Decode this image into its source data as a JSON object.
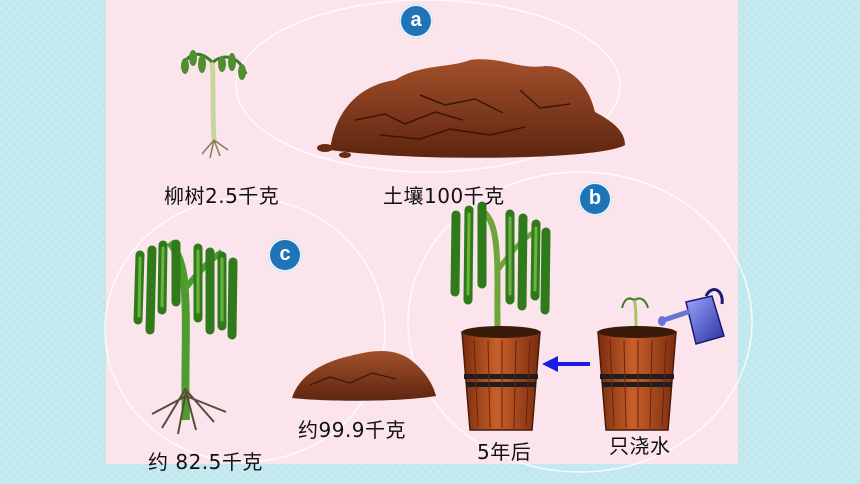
{
  "badges": {
    "a": "a",
    "b": "b",
    "c": "c"
  },
  "labels": {
    "willow_initial": "柳树2.5千克",
    "soil_initial": "土壤100千克",
    "willow_final": "约 82.5千克",
    "soil_final": "约99.9千克",
    "after_years": "5年后",
    "water_only": "只浇水"
  },
  "colors": {
    "background": "#bfe7ee",
    "slide": "#fbe4ec",
    "badge": "#1f74b8",
    "arrow": "#1a1ae6",
    "soil": "#8a3a1c",
    "bucket": "#b24a1c",
    "leaf": "#3fa12c"
  }
}
